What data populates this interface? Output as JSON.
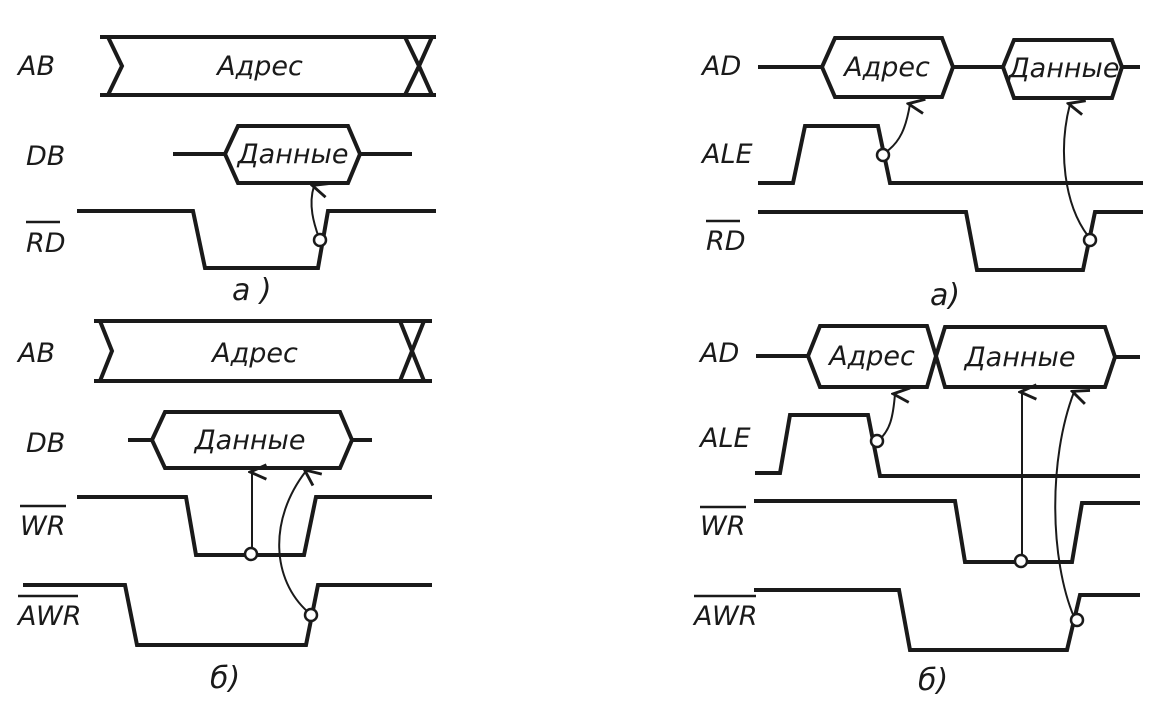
{
  "diagram": {
    "left_top": {
      "signals": [
        "AB",
        "DB",
        "RD"
      ],
      "overbar": [
        false,
        false,
        true
      ],
      "address_box": "Адрес",
      "data_box": "Данные",
      "caption": "а )"
    },
    "left_bottom": {
      "signals": [
        "AB",
        "DB",
        "WR",
        "AWR"
      ],
      "overbar": [
        false,
        false,
        true,
        true
      ],
      "address_box": "Адрес",
      "data_box": "Данные",
      "caption": "б)"
    },
    "right_top": {
      "signals": [
        "AD",
        "ALE",
        "RD"
      ],
      "overbar": [
        false,
        false,
        true
      ],
      "address_box": "Адрес",
      "data_box": "Данные",
      "caption": "а)"
    },
    "right_bottom": {
      "signals": [
        "AD",
        "ALE",
        "WR",
        "AWR"
      ],
      "overbar": [
        false,
        false,
        true,
        true
      ],
      "address_box": "Адрес",
      "data_box": "Данные",
      "caption": "б)"
    }
  }
}
